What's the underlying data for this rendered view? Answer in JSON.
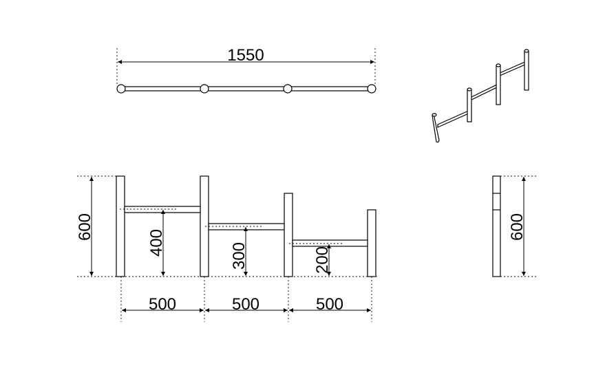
{
  "dimensions": {
    "top_length": "1550",
    "front_height": "600",
    "bar_height_1": "400",
    "bar_height_2": "300",
    "bar_height_3": "200",
    "span_1": "500",
    "span_2": "500",
    "span_3": "500",
    "side_height": "600"
  }
}
